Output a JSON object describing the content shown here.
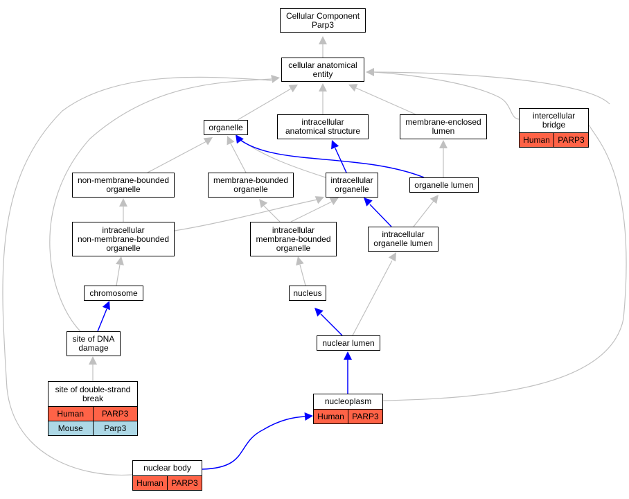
{
  "colors": {
    "node_border": "#000000",
    "edge_gray": "#c0c0c0",
    "edge_blue": "#0000ff",
    "human": "#ff6347",
    "mouse": "#add8e6"
  },
  "nodes": {
    "root": "Cellular Component\nParp3",
    "cae": "cellular anatomical\nentity",
    "organelle": "organelle",
    "ias": "intracellular\nanatomical structure",
    "mel": "membrane-enclosed\nlumen",
    "ib": "intercellular\nbridge",
    "nmbo": "non-membrane-bounded\norganelle",
    "mbo": "membrane-bounded\norganelle",
    "io": "intracellular\norganelle",
    "ol": "organelle lumen",
    "inmbo": "intracellular\nnon-membrane-bounded\norganelle",
    "imbo": "intracellular\nmembrane-bounded\norganelle",
    "iol": "intracellular\norganelle lumen",
    "chrom": "chromosome",
    "nucleus": "nucleus",
    "sdd": "site of DNA\ndamage",
    "nl": "nuclear lumen",
    "sdsb": "site of double-strand\nbreak",
    "np": "nucleoplasm",
    "nb": "nuclear body"
  },
  "annotations": {
    "ib": [
      [
        "Human",
        "PARP3"
      ]
    ],
    "sdsb": [
      [
        "Human",
        "PARP3"
      ],
      [
        "Mouse",
        "Parp3"
      ]
    ],
    "np": [
      [
        "Human",
        "PARP3"
      ]
    ],
    "nb": [
      [
        "Human",
        "PARP3"
      ]
    ]
  }
}
